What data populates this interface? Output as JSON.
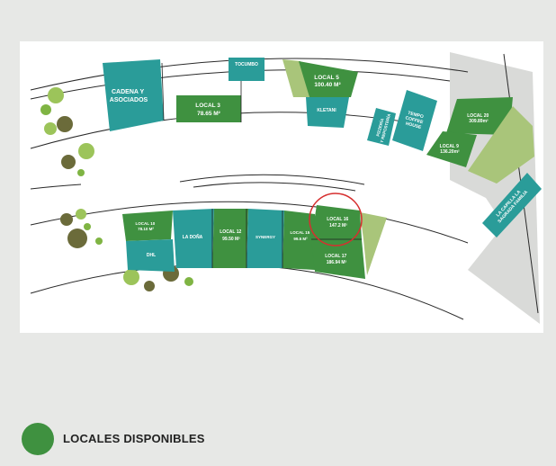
{
  "colors": {
    "available": "#3f9140",
    "occupied": "#2a9c99",
    "reserved": "#a9c57a",
    "building_line": "#1f1f1f",
    "background": "#e7e8e6",
    "plan": "#ffffff"
  },
  "lots": {
    "cadena": [
      "CADENA Y",
      "ASOCIADOS"
    ],
    "tocumbo": [
      "TOCUMBO"
    ],
    "local3": [
      "LOCAL 3",
      "78.65 M²"
    ],
    "local5": [
      "LOCAL 5",
      "100.40 M²"
    ],
    "kletani": [
      "KLETANI"
    ],
    "pizzeria": [
      "PIZZERÍA",
      "Y REPOSTERÍA"
    ],
    "tempo": [
      "TEMPO",
      "COFFEE",
      "HOUSE"
    ],
    "local20": [
      "LOCAL 20",
      "309.89m²"
    ],
    "local9": [
      "LOCAL 9",
      "136.20m²"
    ],
    "capilla": [
      "LA CAPILLA LA",
      "SAGRADA FAMILIA"
    ],
    "local10": [
      "LOCAL 10",
      "78.10 M²"
    ],
    "dhl": [
      "DHL"
    ],
    "ladona": [
      "LA DOÑA"
    ],
    "local12": [
      "LOCAL 12",
      "99.50 M²"
    ],
    "synergy": [
      "SYNERGY"
    ],
    "local15": [
      "LOCAL 15",
      "99.5 M²"
    ],
    "local16": [
      "LOCAL 16",
      "147.2 M²"
    ],
    "local17": [
      "LOCAL 17",
      "186.94 M²"
    ]
  },
  "legend": {
    "label": "LOCALES DISPONIBLES"
  }
}
